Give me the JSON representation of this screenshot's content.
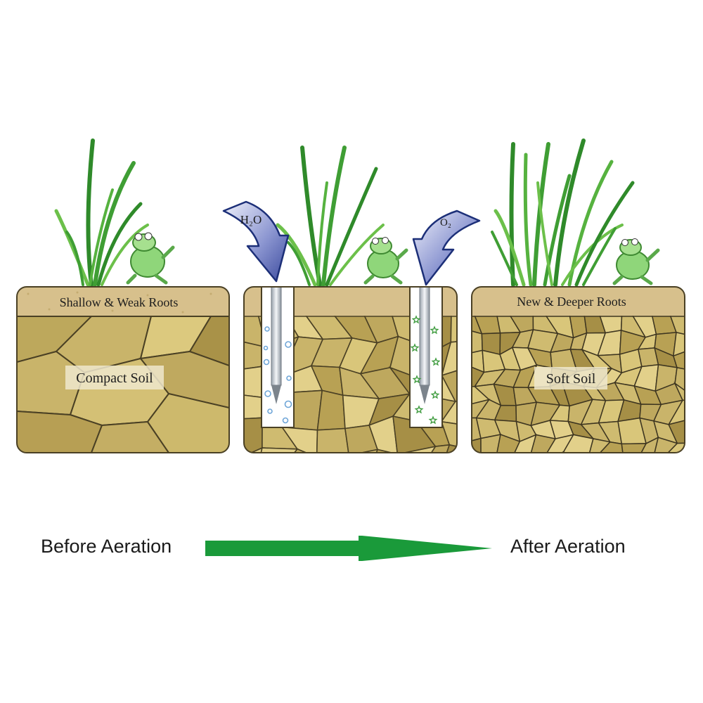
{
  "panels": [
    {
      "top_label": "Shallow & Weak Roots",
      "soil_label": "Compact Soil"
    },
    {
      "top_label": "",
      "soil_label": ""
    },
    {
      "top_label": "New & Deeper Roots",
      "soil_label": "Soft Soil"
    }
  ],
  "arrows": {
    "water_label": "H₂O",
    "oxygen_label": "O₂"
  },
  "footer": {
    "before_label": "Before Aeration",
    "after_label": "After Aeration"
  },
  "colors": {
    "soil_fill": "#c9b46a",
    "soil_outline": "#4a4024",
    "topsoil": "#d7c08c",
    "grass_dark": "#2f8a2a",
    "grass_light": "#6cc04a",
    "frog": "#8fd67a",
    "arrow_blue": "#4f5fb0",
    "progress_arrow": "#1a9a3a"
  }
}
